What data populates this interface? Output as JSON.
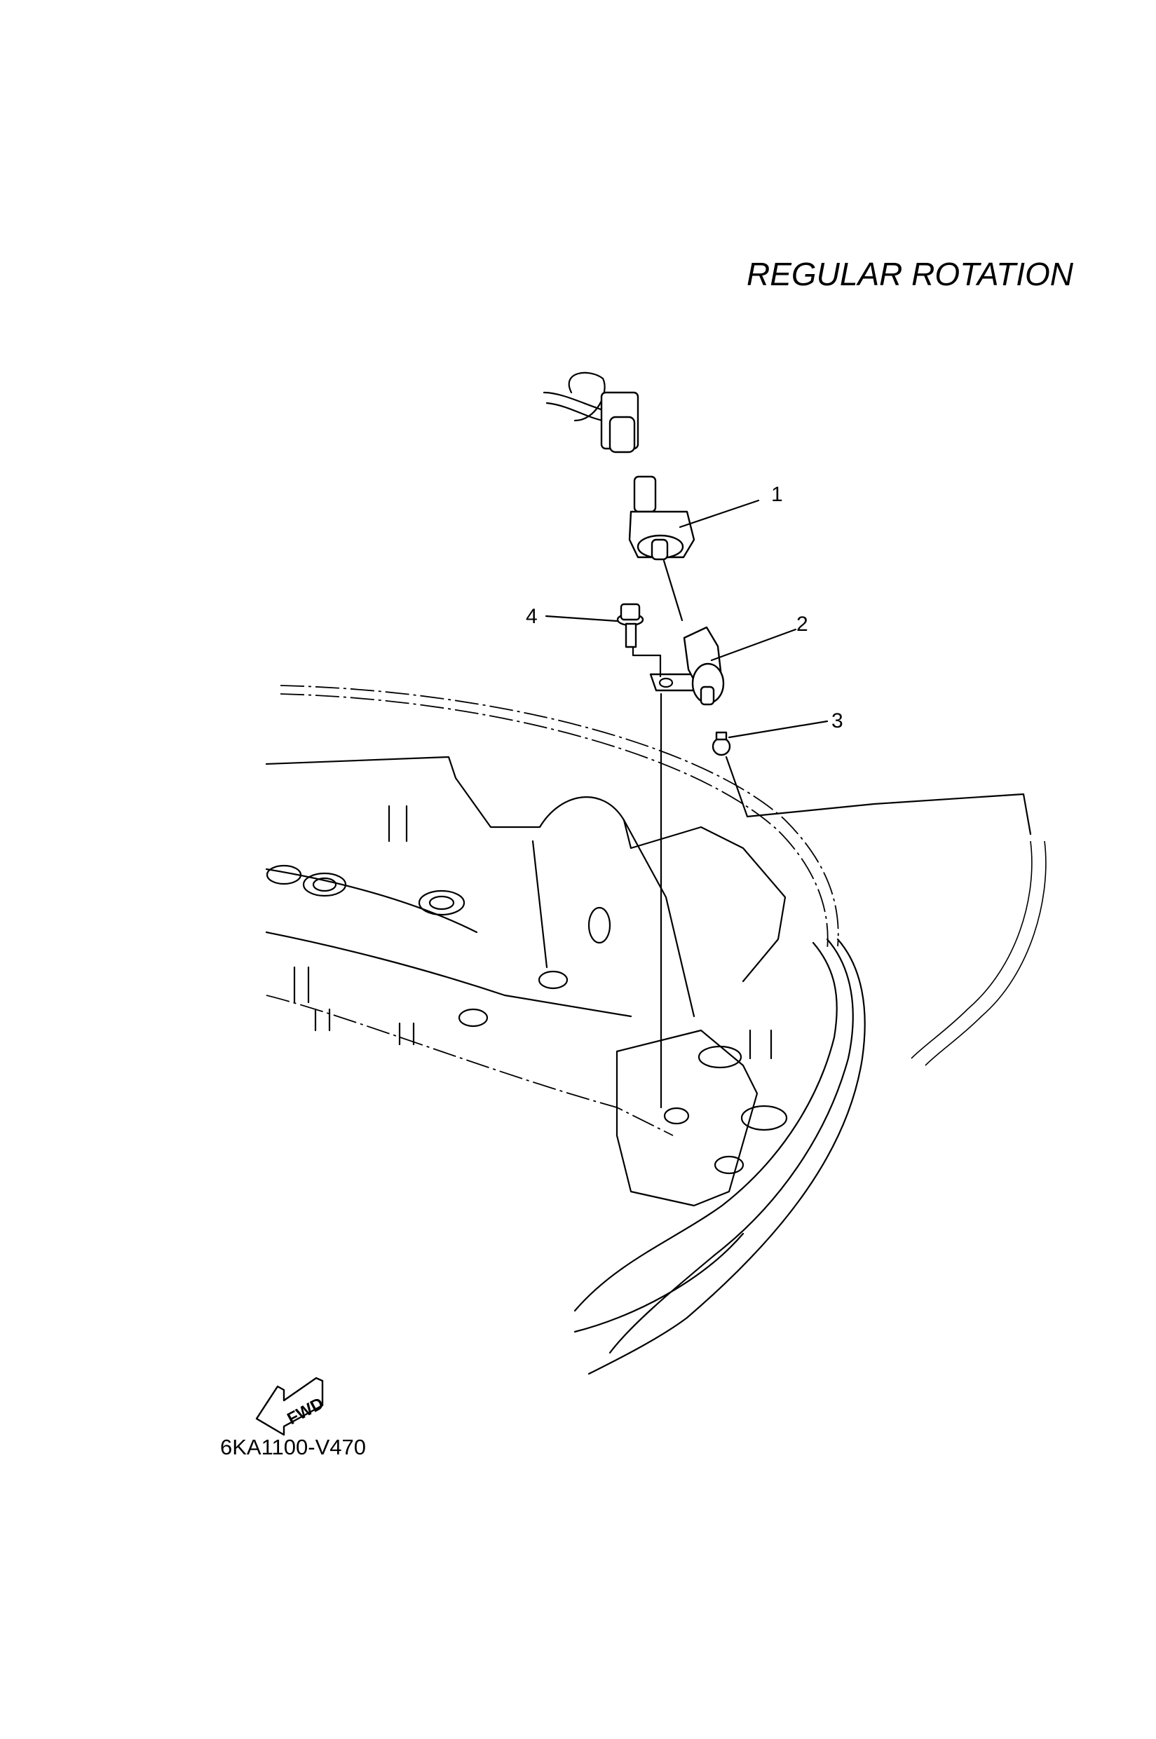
{
  "title": "REGULAR ROTATION",
  "diagram_code": "6KA1100-V470",
  "direction_marker": "FWD",
  "callouts": [
    {
      "number": "1"
    },
    {
      "number": "2"
    },
    {
      "number": "3"
    },
    {
      "number": "4"
    }
  ]
}
